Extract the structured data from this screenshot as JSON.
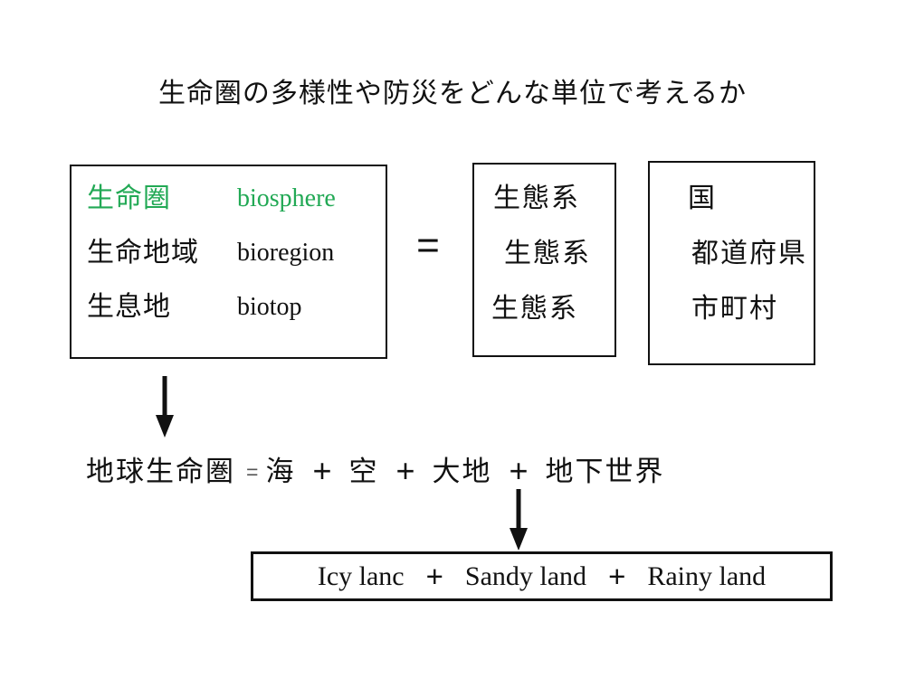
{
  "title": "生命圏の多様性や防災をどんな単位で考えるか",
  "colors": {
    "green": "#22a955",
    "magenta": "#e93bd4",
    "ink": "#111111"
  },
  "bio_box": {
    "rows": [
      {
        "ja": "生命圏",
        "en": "biosphere"
      },
      {
        "ja": "生命地域",
        "en": "bioregion"
      },
      {
        "ja": "生息地",
        "en": "biotop"
      }
    ]
  },
  "equals_sign": "=",
  "ecosystem_box": {
    "rows": [
      "生態系",
      "生態系",
      "生態系"
    ]
  },
  "admin_box": {
    "rows": [
      "国",
      "都道府県",
      "市町村"
    ]
  },
  "earth_equation": {
    "lhs": "地球生命圏",
    "eq": "=",
    "plus": "+",
    "terms": [
      "海",
      "空",
      "大地",
      "地下世界"
    ]
  },
  "land_box": {
    "plus": "+",
    "terms": [
      "Icy lanc",
      "Sandy land",
      "Rainy land"
    ]
  }
}
